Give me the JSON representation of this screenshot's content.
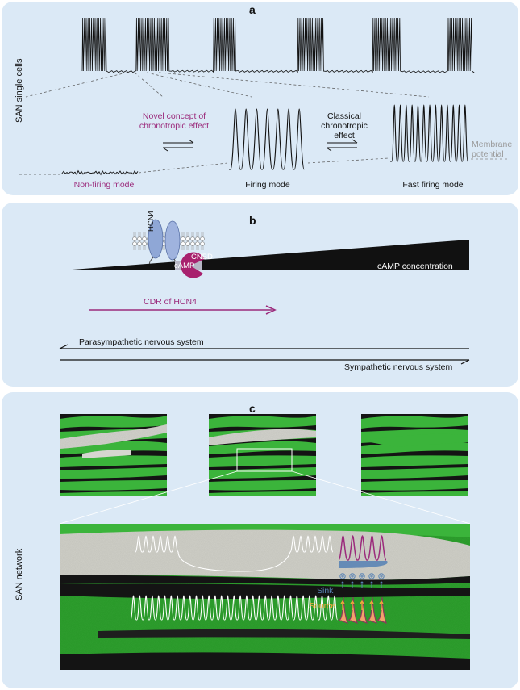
{
  "panel_a": {
    "label": "a",
    "side_label": "SAN single cells",
    "novel_concept": "Novel concept of chronotropic effect",
    "classical_effect": "Classical chronotropic effect",
    "non_firing": "Non-firing mode",
    "firing": "Firing mode",
    "fast_firing": "Fast firing mode",
    "membrane_potential": "Membrane potential"
  },
  "panel_b": {
    "label": "b",
    "hcn4": "HCN4",
    "cnbd": "CNBD",
    "camp": "cAMP",
    "camp_concentration": "cAMP concentration",
    "cdr": "CDR of HCN4",
    "parasympathetic": "Parasympathetic nervous system",
    "sympathetic": "Sympathetic nervous system"
  },
  "panel_c": {
    "label": "c",
    "side_label": "SAN network",
    "sink": "Sink",
    "source": "Source"
  },
  "colors": {
    "panel_bg": "#dbe9f6",
    "magenta": "#9b2b7c",
    "green": "#3bb43b",
    "sink_blue": "#5a84b5",
    "source_orange": "#f2a93b",
    "hcn4_blue": "#8fa7d6"
  }
}
